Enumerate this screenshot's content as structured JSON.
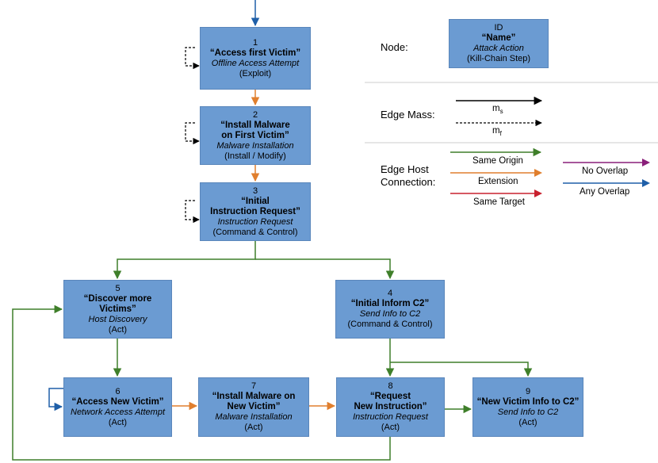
{
  "nodes": [
    {
      "id": "1",
      "name_lines": [
        "“Access first Victim”"
      ],
      "action": "Offline Access Attempt",
      "step": "(Exploit)"
    },
    {
      "id": "2",
      "name_lines": [
        "“Install Malware",
        "on First Victim”"
      ],
      "action": "Malware Installation",
      "step": "(Install / Modify)"
    },
    {
      "id": "3",
      "name_lines": [
        "“Initial",
        "Instruction Request”"
      ],
      "action": "Instruction Request",
      "step": "(Command & Control)"
    },
    {
      "id": "5",
      "name_lines": [
        "“Discover more Victims”"
      ],
      "action": "Host Discovery",
      "step": "(Act)"
    },
    {
      "id": "4",
      "name_lines": [
        "“Initial Inform C2”"
      ],
      "action": "Send Info to C2",
      "step": "(Command & Control)"
    },
    {
      "id": "6",
      "name_lines": [
        "“Access New Victim”"
      ],
      "action": "Network Access Attempt",
      "step": "(Act)"
    },
    {
      "id": "7",
      "name_lines": [
        "“Install Malware on",
        "New Victim”"
      ],
      "action": "Malware Installation",
      "step": "(Act)"
    },
    {
      "id": "8",
      "name_lines": [
        "“Request",
        "New Instruction”"
      ],
      "action": "Instruction Request",
      "step": "(Act)"
    },
    {
      "id": "9",
      "name_lines": [
        "“New Victim Info to C2”"
      ],
      "action": "Send Info to C2",
      "step": "(Act)"
    }
  ],
  "legend": {
    "node_label": "Node:",
    "node_example": {
      "id": "ID",
      "name": "“Name”",
      "action": "Attack Action",
      "step": "(Kill-Chain Step)"
    },
    "edge_mass_label": "Edge Mass:",
    "m_s": "m",
    "m_s_sub": "s",
    "m_f": "m",
    "m_f_sub": "f",
    "edge_host_label_1": "Edge Host",
    "edge_host_label_2": "Connection:",
    "same_origin": "Same Origin",
    "extension": "Extension",
    "same_target": "Same Target",
    "no_overlap": "No Overlap",
    "any_overlap": "Any Overlap"
  },
  "colors": {
    "node_fill": "#6b9bd2",
    "same_origin": "#3f7f2a",
    "extension": "#e07f2e",
    "same_target": "#c8202e",
    "no_overlap": "#8a1f7a",
    "any_overlap": "#1f5fa8",
    "mass": "#000000",
    "divider": "#cccccc"
  }
}
